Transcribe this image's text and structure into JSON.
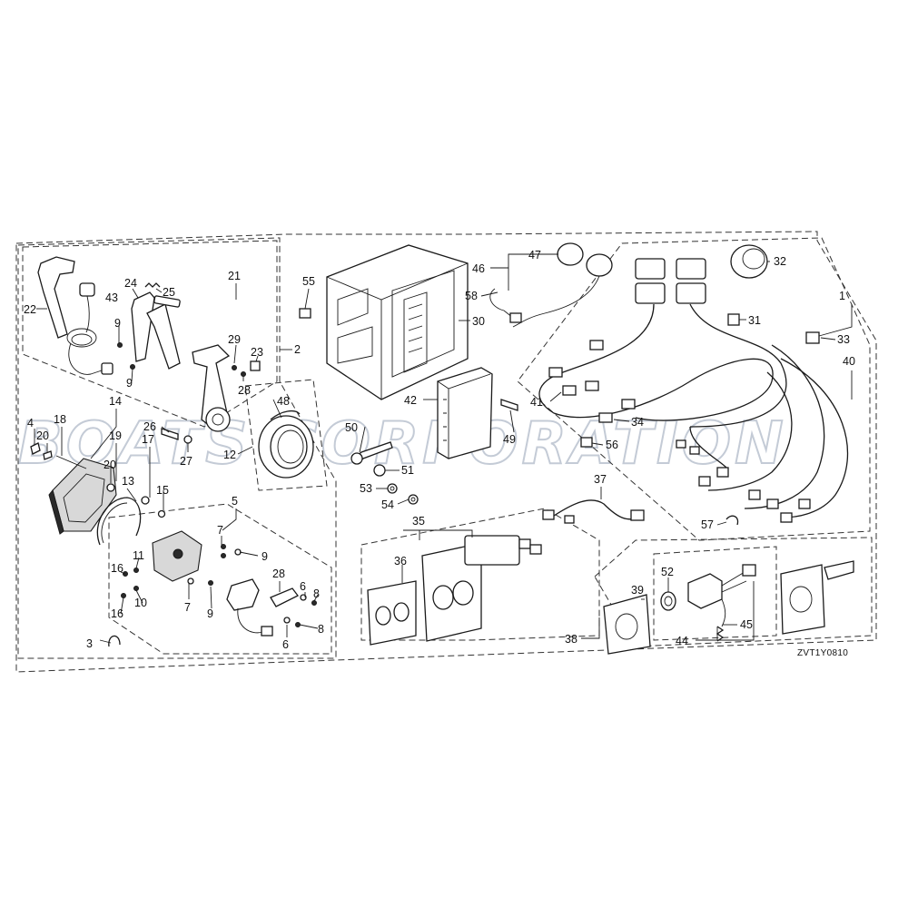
{
  "diagram": {
    "code": "ZVT1Y0810",
    "watermark": "BOATS CORPORATION",
    "callouts": {
      "c1": "1",
      "c2": "2",
      "c3": "3",
      "c4": "4",
      "c5": "5",
      "c6a": "6",
      "c6b": "6",
      "c7a": "7",
      "c7b": "7",
      "c8a": "8",
      "c8b": "8",
      "c9a": "9",
      "c9b": "9",
      "c9c": "9",
      "c9d": "9",
      "c10": "10",
      "c11": "11",
      "c12": "12",
      "c13": "13",
      "c14": "14",
      "c15": "15",
      "c16a": "16",
      "c16b": "16",
      "c17": "17",
      "c18": "18",
      "c19": "19",
      "c20a": "20",
      "c20b": "20",
      "c21": "21",
      "c22": "22",
      "c23": "23",
      "c24": "24",
      "c25": "25",
      "c26": "26",
      "c27": "27",
      "c28a": "28",
      "c28b": "28",
      "c29": "29",
      "c30": "30",
      "c31": "31",
      "c32": "32",
      "c33": "33",
      "c34": "34",
      "c35": "35",
      "c36": "36",
      "c37": "37",
      "c38": "38",
      "c39": "39",
      "c40": "40",
      "c41": "41",
      "c42": "42",
      "c43": "43",
      "c44": "44",
      "c45": "45",
      "c46": "46",
      "c47": "47",
      "c48": "48",
      "c49": "49",
      "c50": "50",
      "c51": "51",
      "c52": "52",
      "c53": "53",
      "c54": "54",
      "c55": "55",
      "c56": "56",
      "c57": "57",
      "c58": "58"
    }
  }
}
